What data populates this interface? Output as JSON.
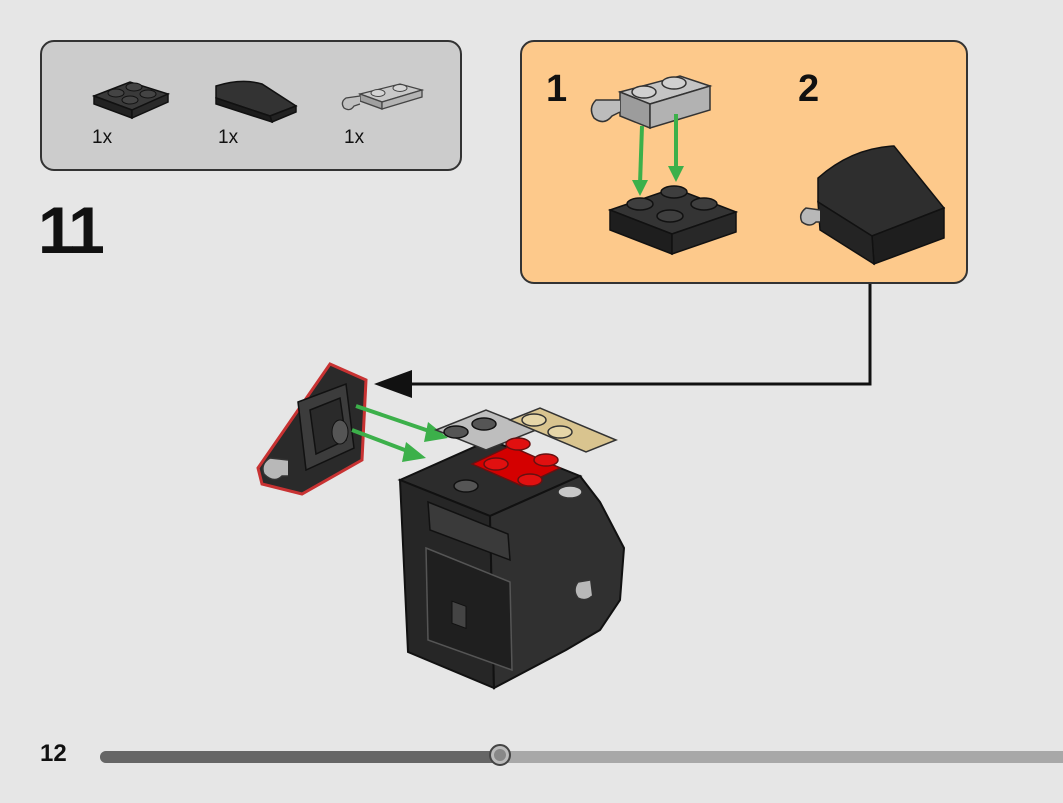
{
  "parts_list": {
    "items": [
      {
        "icon": "plate-2x2-dark-grey-icon",
        "quantity": "1x"
      },
      {
        "icon": "curved-slope-2x2-dark-grey-icon",
        "quantity": "1x"
      },
      {
        "icon": "plate-1x2-with-clip-light-grey-icon",
        "quantity": "1x"
      }
    ]
  },
  "step": {
    "number": "11"
  },
  "sub_assembly": {
    "steps": [
      {
        "number": "1"
      },
      {
        "number": "2"
      }
    ]
  },
  "footer": {
    "page_number": "12",
    "progress": 0.415
  },
  "colors": {
    "page_bg": "#e6e6e6",
    "parts_bg": "#cccccc",
    "callout_bg": "#fdc98b",
    "brick_dark": "#2b2b2b",
    "brick_light_grey": "#a9a9a9",
    "brick_red": "#d40000",
    "brick_tan": "#d9c48f",
    "arrow_green": "#3cb04a"
  }
}
